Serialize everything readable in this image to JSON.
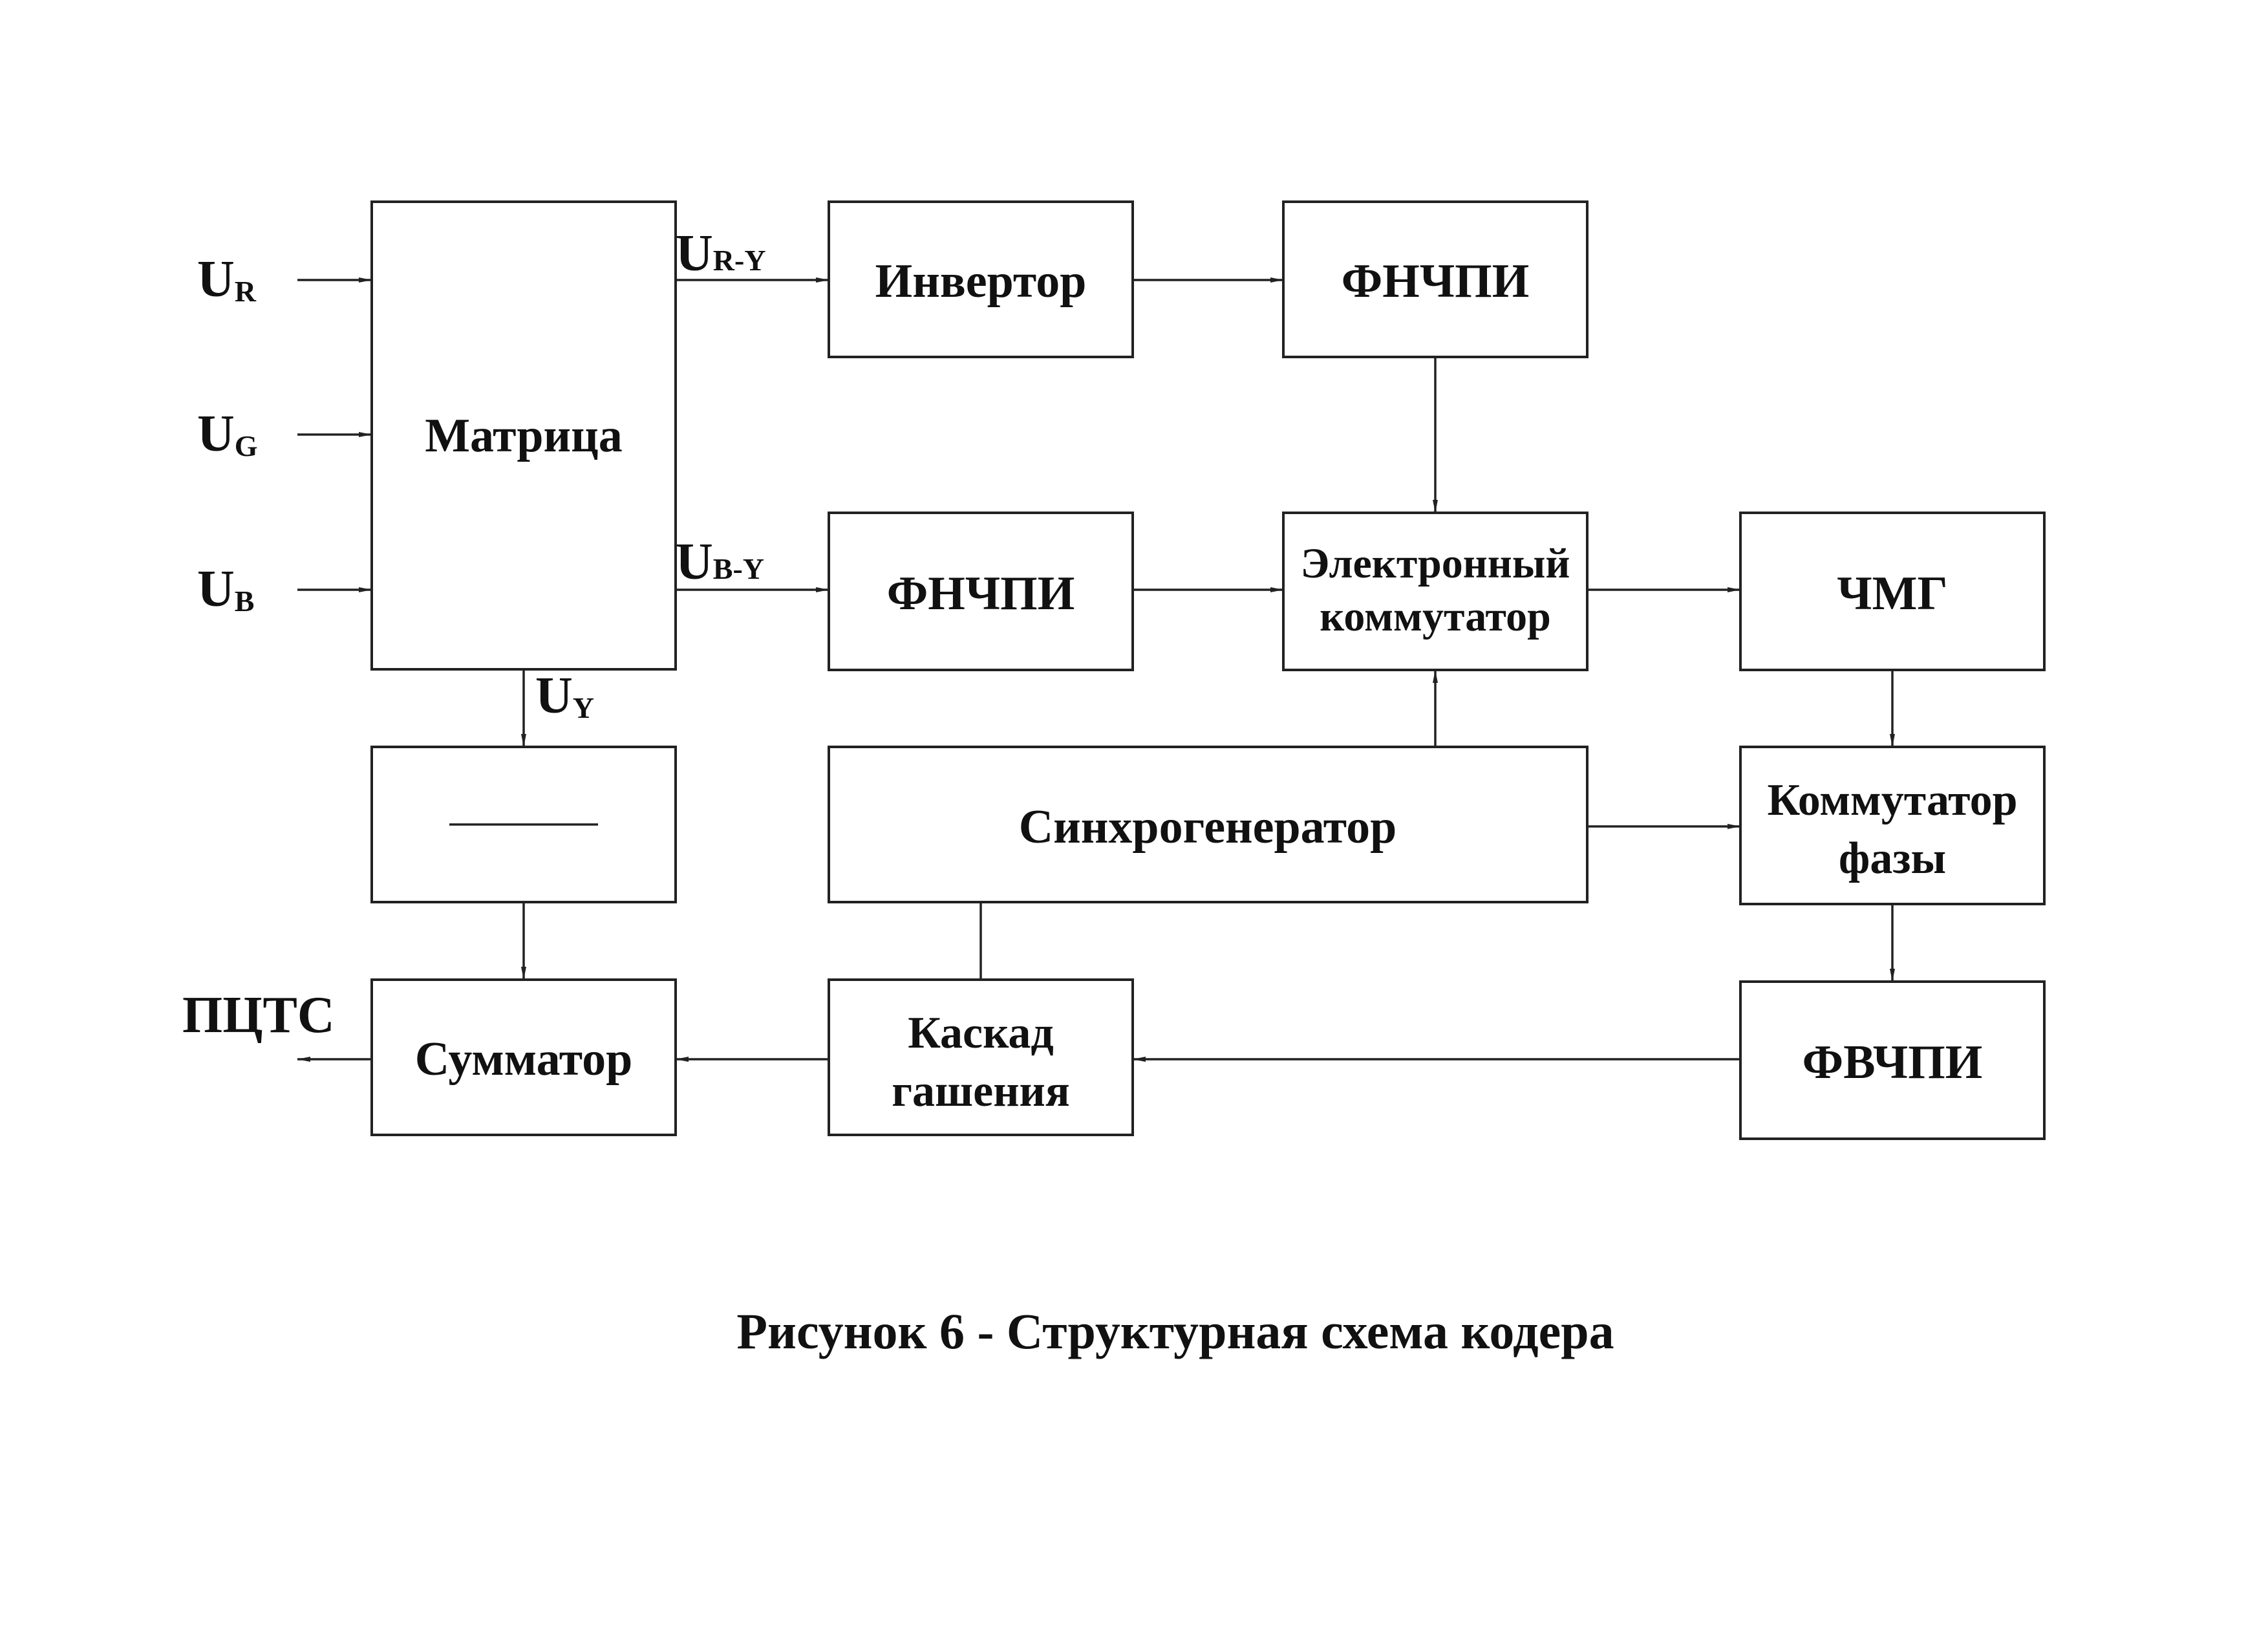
{
  "blocks": {
    "matrix": "Матрица",
    "inverter": "Инвертор",
    "lpf_top": "ФНЧПИ",
    "lpf_mid": "ФНЧПИ",
    "switch": [
      "Электронный",
      "коммутатор"
    ],
    "fm_generator": "ЧМГ",
    "sync_generator": "Синхрогенератор",
    "phase_switch": [
      "Коммутатор",
      "фазы"
    ],
    "adder": "Сумматор",
    "blanking": [
      "Каскад",
      "гашения"
    ],
    "hpf": "ФВЧПИ",
    "delay_line_label": ""
  },
  "signals": {
    "ur": {
      "main": "U",
      "sub": "R"
    },
    "ug": {
      "main": "U",
      "sub": "G"
    },
    "ub": {
      "main": "U",
      "sub": "B"
    },
    "ury": {
      "main": "U",
      "sub": "R-Y"
    },
    "uby": {
      "main": "U",
      "sub": "B-Y"
    },
    "uy": {
      "main": "U",
      "sub": "Y"
    },
    "output": "ПЦТС"
  },
  "caption": "Рисунок 6 - Структурная схема кодера"
}
